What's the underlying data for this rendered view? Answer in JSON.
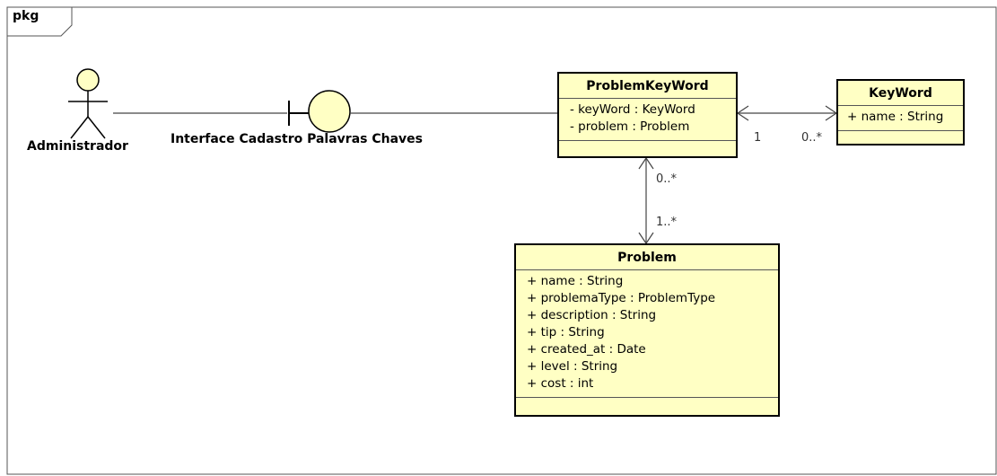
{
  "frame": {
    "label": "pkg"
  },
  "actor": {
    "name": "Administrador"
  },
  "boundary": {
    "name": "Interface Cadastro Palavras Chaves"
  },
  "classes": {
    "problem_keyword": {
      "name": "ProblemKeyWord",
      "attributes": [
        "- keyWord : KeyWord",
        "- problem : Problem"
      ]
    },
    "keyword": {
      "name": "KeyWord",
      "attributes": [
        "+ name : String"
      ]
    },
    "problem": {
      "name": "Problem",
      "attributes": [
        "+ name : String",
        "+ problemaType : ProblemType",
        "+ description : String",
        "+ tip : String",
        "+ created_at : Date",
        "+ level : String",
        "+ cost : int"
      ]
    }
  },
  "associations": {
    "pkw_keyword": {
      "source_mult": "1",
      "target_mult": "0..*"
    },
    "pkw_problem": {
      "source_mult": "0..*",
      "target_mult": "1..*"
    }
  },
  "colors": {
    "fill": "#ffffc4",
    "stroke": "#000000"
  }
}
